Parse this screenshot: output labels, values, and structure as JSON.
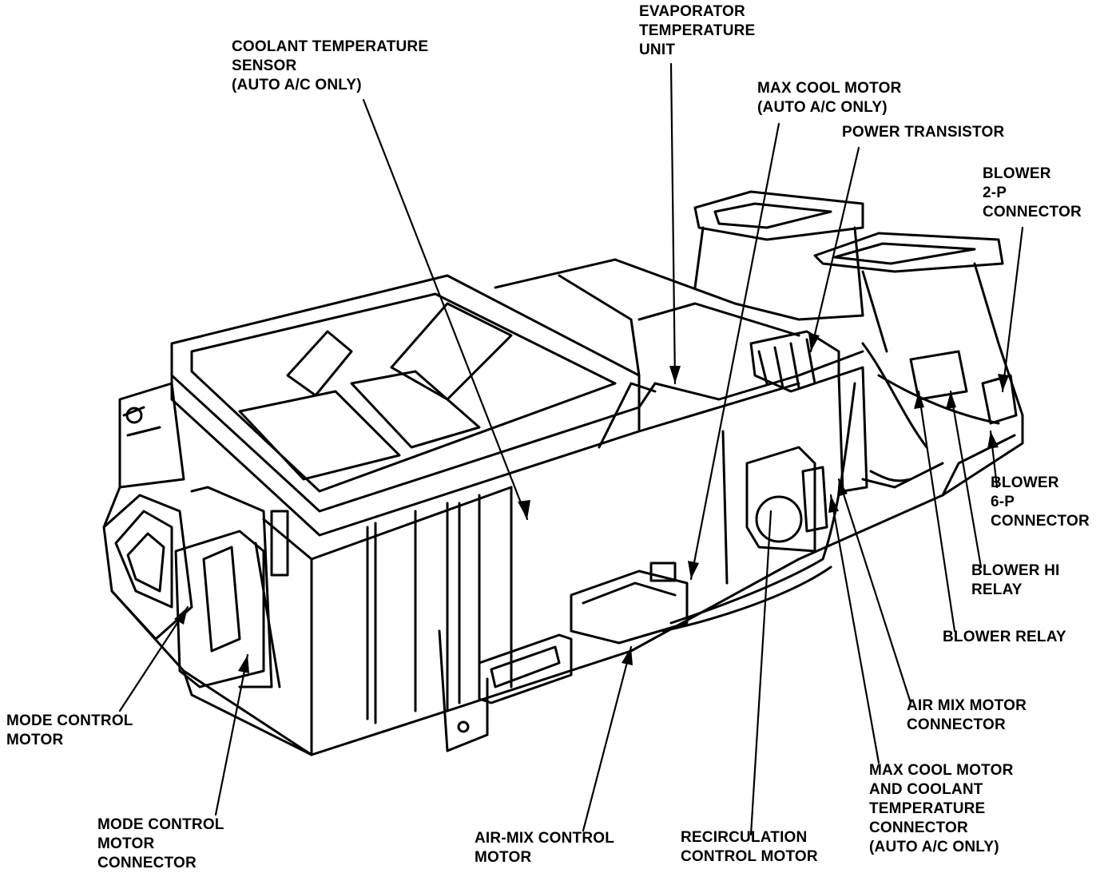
{
  "colors": {
    "ink": "#000000",
    "paper": "#ffffff"
  },
  "labels": {
    "coolant_temp_sensor": [
      "COOLANT TEMPERATURE",
      "SENSOR",
      "(AUTO A/C ONLY)"
    ],
    "evaporator_temp_unit": [
      "EVAPORATOR",
      "TEMPERATURE",
      "UNIT"
    ],
    "max_cool_motor": [
      "MAX COOL MOTOR",
      "(AUTO A/C ONLY)"
    ],
    "power_transistor": [
      "POWER TRANSISTOR"
    ],
    "blower_2p_connector": [
      "BLOWER",
      "2-P",
      "CONNECTOR"
    ],
    "blower_6p_connector": [
      "BLOWER",
      "6-P",
      "CONNECTOR"
    ],
    "blower_hi_relay": [
      "BLOWER HI",
      "RELAY"
    ],
    "blower_relay": [
      "BLOWER RELAY"
    ],
    "air_mix_motor_connector": [
      "AIR MIX MOTOR",
      "CONNECTOR"
    ],
    "max_cool_coolant_connector": [
      "MAX COOL MOTOR",
      "AND COOLANT",
      "TEMPERATURE",
      "CONNECTOR",
      "(AUTO A/C ONLY)"
    ],
    "recirculation_control_motor": [
      "RECIRCULATION",
      "CONTROL MOTOR"
    ],
    "air_mix_control_motor": [
      "AIR-MIX CONTROL",
      "MOTOR"
    ],
    "mode_control_motor_connector": [
      "MODE CONTROL",
      "MOTOR",
      "CONNECTOR"
    ],
    "mode_control_motor": [
      "MODE CONTROL",
      "MOTOR"
    ]
  }
}
